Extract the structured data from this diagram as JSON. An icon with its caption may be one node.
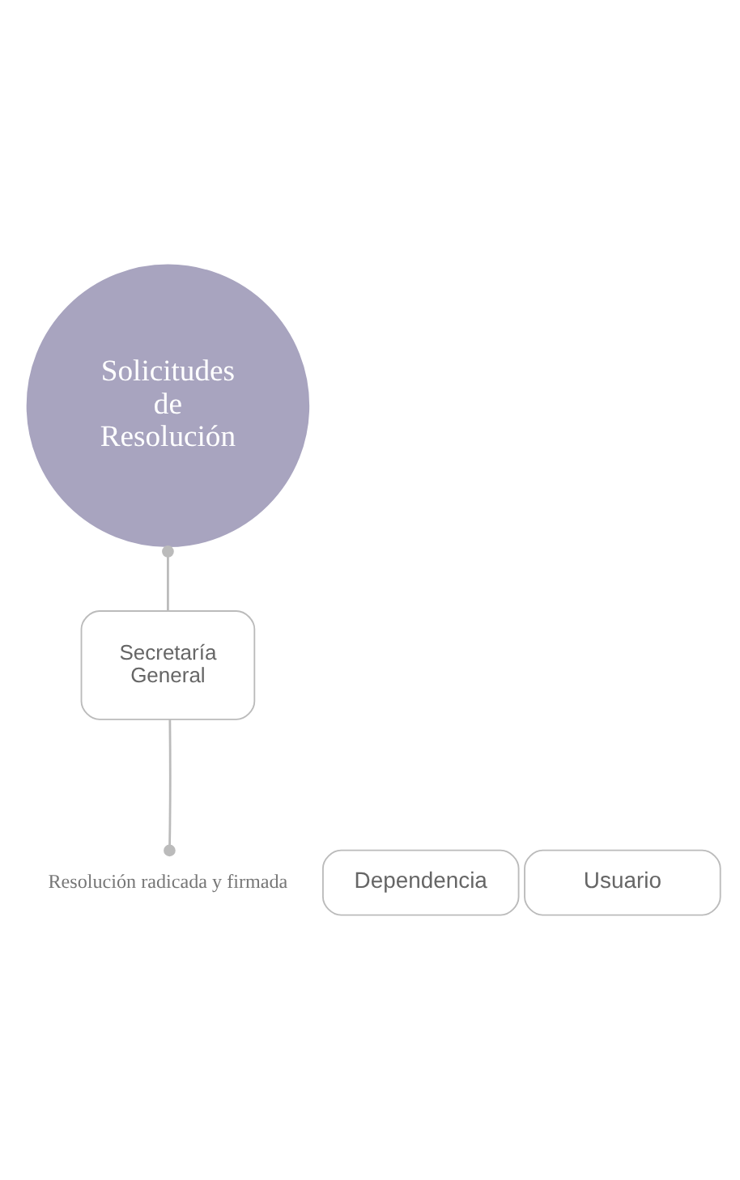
{
  "diagram": {
    "nodes": [
      {
        "text": [
          "Solicitudes de Resolución"
        ]
      },
      {
        "text": [
          "Secretaría General"
        ]
      },
      {
        "text": [
          "Resolución radicada y firmada"
        ]
      },
      {
        "text": [
          "Usuario"
        ]
      },
      {
        "text": [
          "Dependencia"
        ]
      }
    ],
    "edges": [
      {
        "from": 0,
        "to": 1,
        "arrow": "other"
      },
      {
        "from": 2,
        "to": 1,
        "arrow": "other"
      }
    ]
  }
}
